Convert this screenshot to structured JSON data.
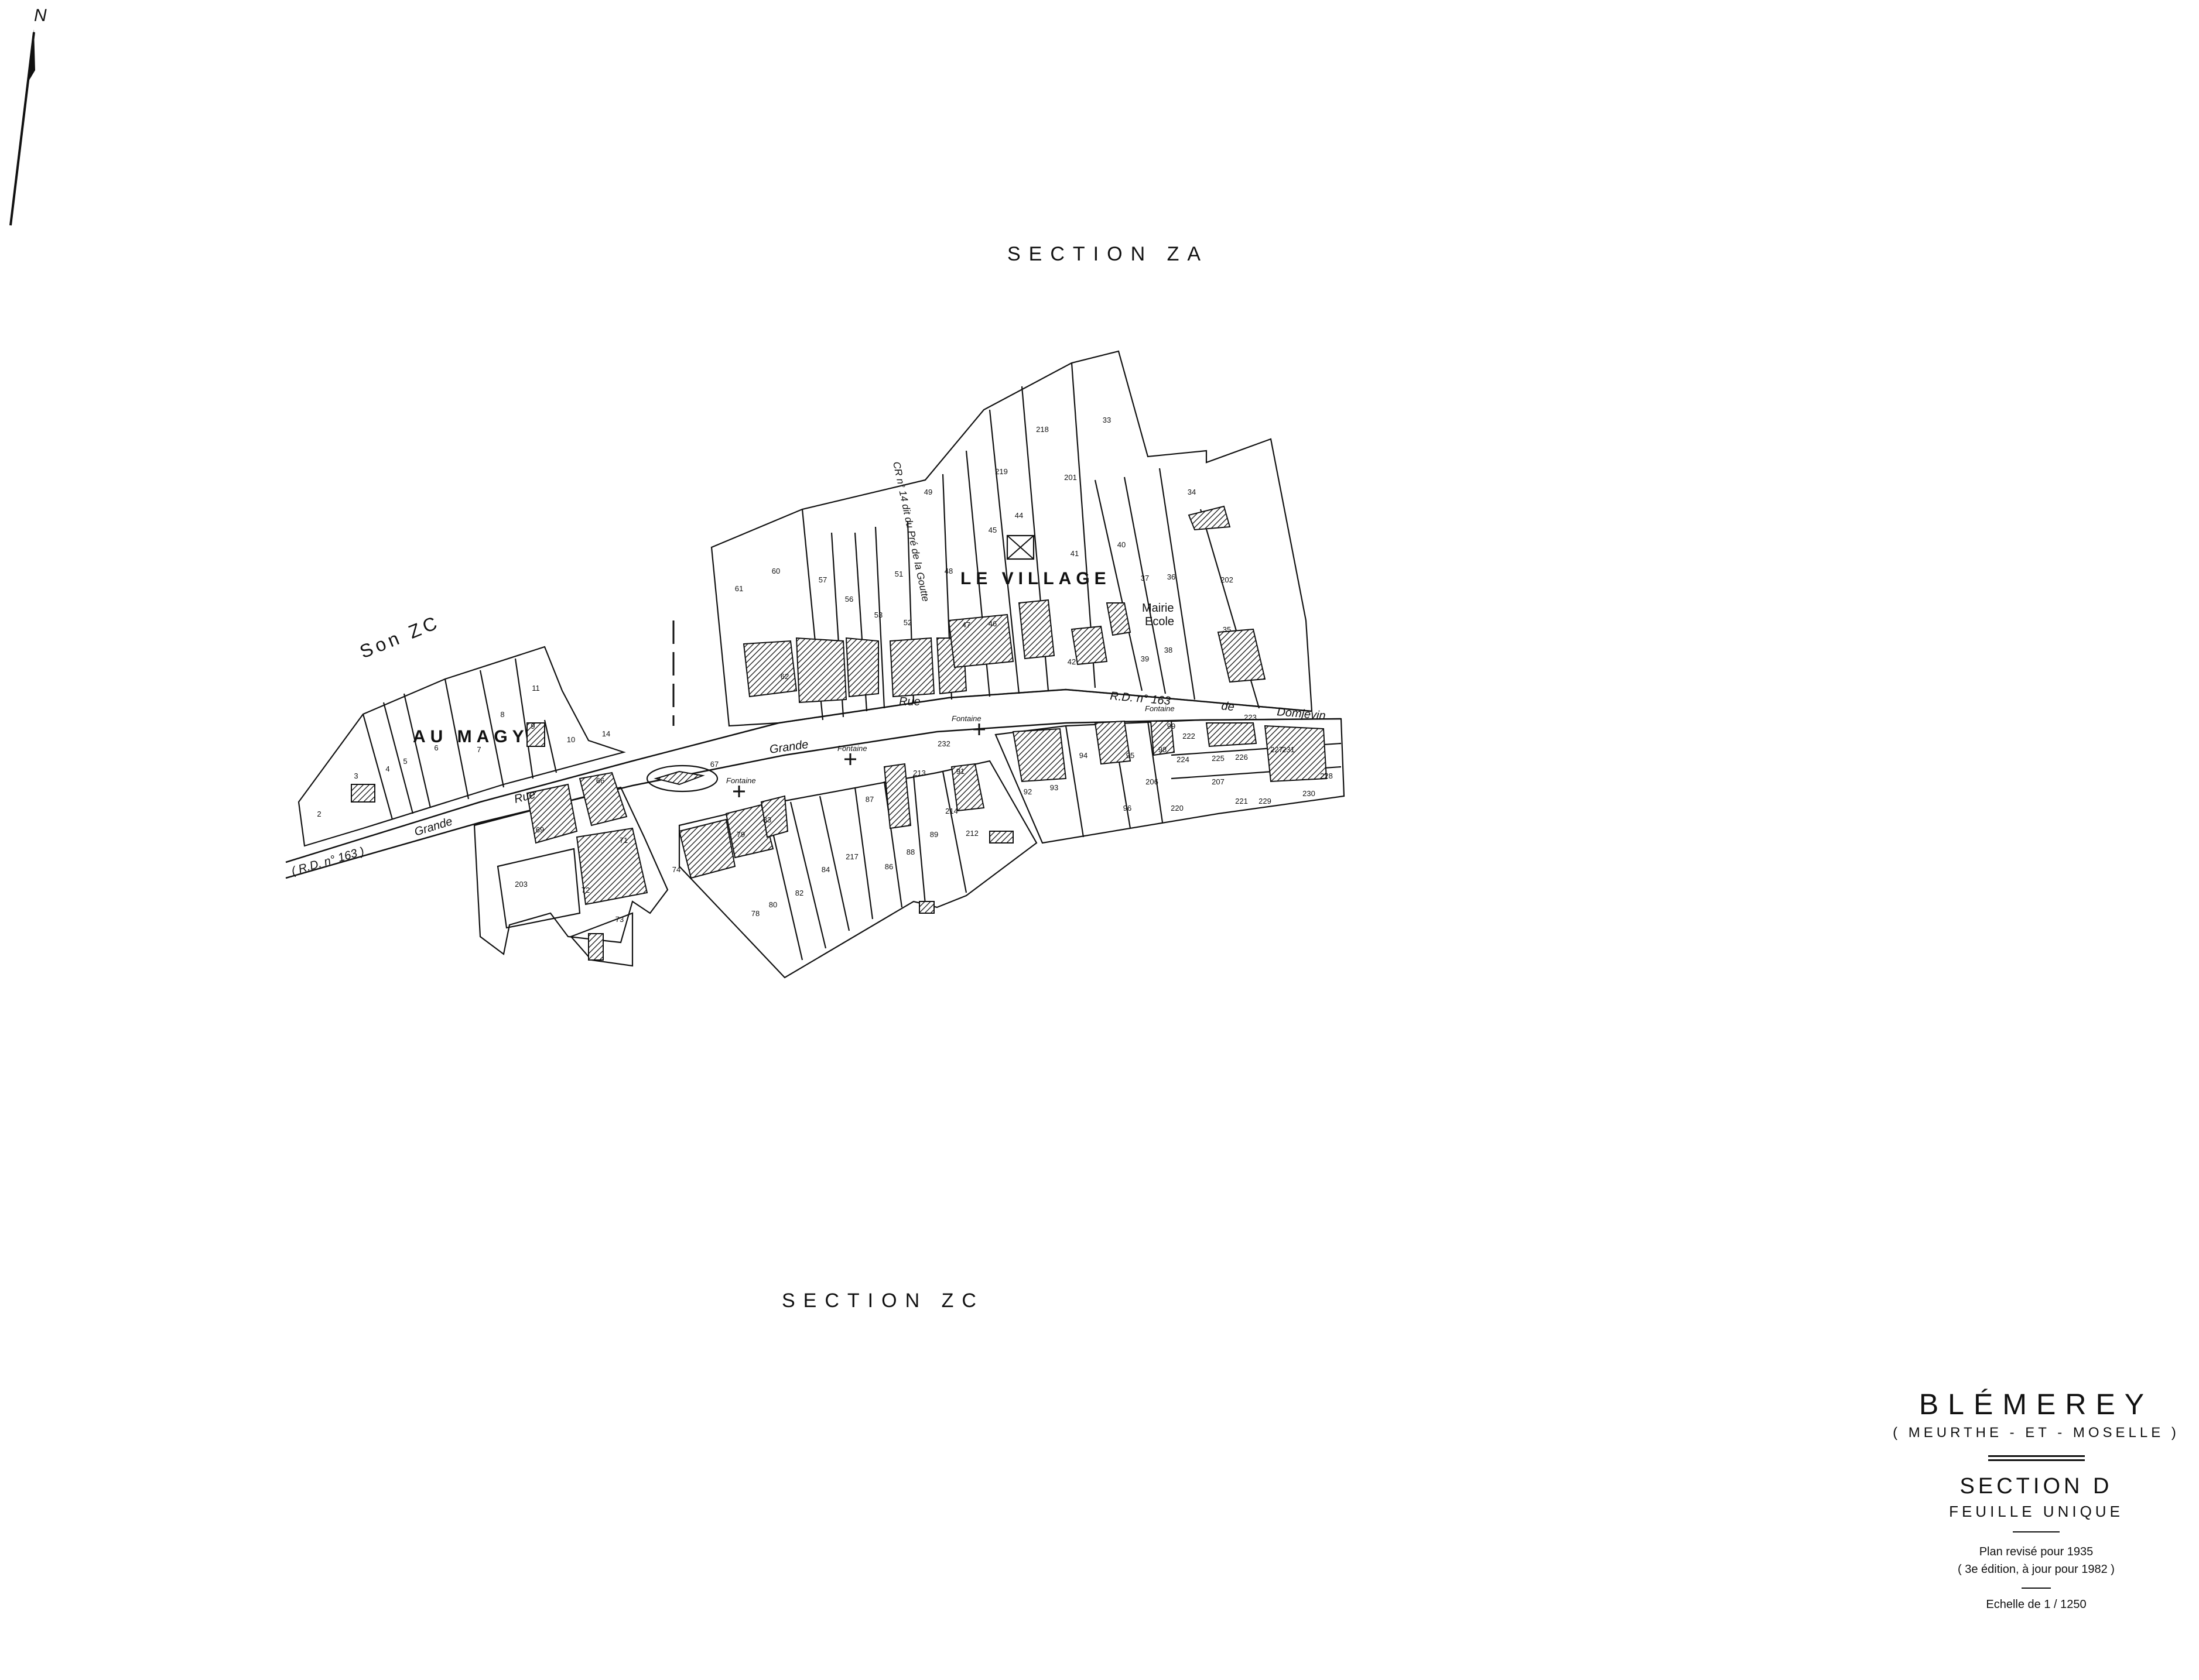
{
  "north": {
    "label": "N",
    "icon": "north-arrow-icon"
  },
  "map_labels": {
    "section_za": "SECTION    ZA",
    "section_zc_bottom": "SECTION      ZC",
    "son_zc": "Son ZC",
    "au_magy": "AU MAGY",
    "le_village": "LE VILLAGE",
    "grande_rue_left": "Grande",
    "rue_left": "Rue",
    "grande_rue_center": "Grande",
    "rue_center": "Rue",
    "rd163_left": "( R.D. n° 163 )",
    "rd163_right": "R.D. n° 163",
    "rue_de_domjevin": "de",
    "domjevin": "Domjevin",
    "mairie": "Mairie",
    "ecole": "Ecole",
    "fontaine_1": "Fontaine",
    "fontaine_2": "Fontaine",
    "fontaine_3": "Fontaine",
    "fontaine_4": "Fontaine",
    "chemin": "CR n° 14 dit du Pré de la Goutte"
  },
  "parcels": [
    "2",
    "3",
    "4",
    "5",
    "6",
    "7",
    "8",
    "9",
    "10",
    "11",
    "14",
    "33",
    "34",
    "35",
    "36",
    "37",
    "38",
    "39",
    "40",
    "41",
    "42",
    "44",
    "45",
    "46",
    "47",
    "48",
    "49",
    "51",
    "52",
    "53",
    "56",
    "57",
    "60",
    "61",
    "62",
    "66",
    "67",
    "69",
    "71",
    "72",
    "73",
    "74",
    "78",
    "79",
    "80",
    "82",
    "83",
    "84",
    "86",
    "87",
    "88",
    "89",
    "91",
    "92",
    "93",
    "94",
    "95",
    "96",
    "98",
    "99",
    "201",
    "202",
    "203",
    "206",
    "207",
    "212",
    "213",
    "214",
    "217",
    "218",
    "219",
    "220",
    "221",
    "222",
    "223",
    "224",
    "225",
    "226",
    "227",
    "228",
    "229",
    "230",
    "231",
    "232"
  ],
  "cartouche": {
    "town": "BLÉMEREY",
    "department": "( MEURTHE - ET - MOSELLE )",
    "section": "SECTION   D",
    "sheet": "FEUILLE   UNIQUE",
    "revision": "Plan revisé pour 1935",
    "edition": "( 3e édition, à jour pour 1982 )",
    "scale": "Echelle   de   1 / 1250"
  }
}
